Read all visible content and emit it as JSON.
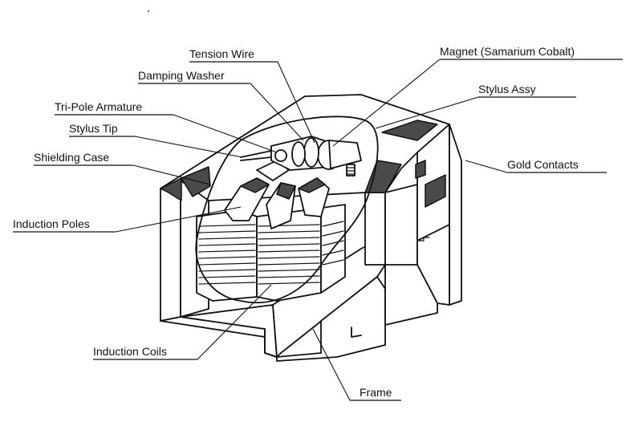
{
  "diagram": {
    "labels": {
      "tension_wire": "Tension Wire",
      "magnet": "Magnet (Samarium Cobalt)",
      "damping_washer": "Damping Washer",
      "stylus_assy": "Stylus Assy",
      "tri_pole_armature": "Tri-Pole Armature",
      "stylus_tip": "Stylus Tip",
      "shielding_case": "Shielding Case",
      "gold_contacts": "Gold Contacts",
      "induction_poles": "Induction Poles",
      "induction_coils": "Induction Coils",
      "frame": "Frame"
    }
  }
}
